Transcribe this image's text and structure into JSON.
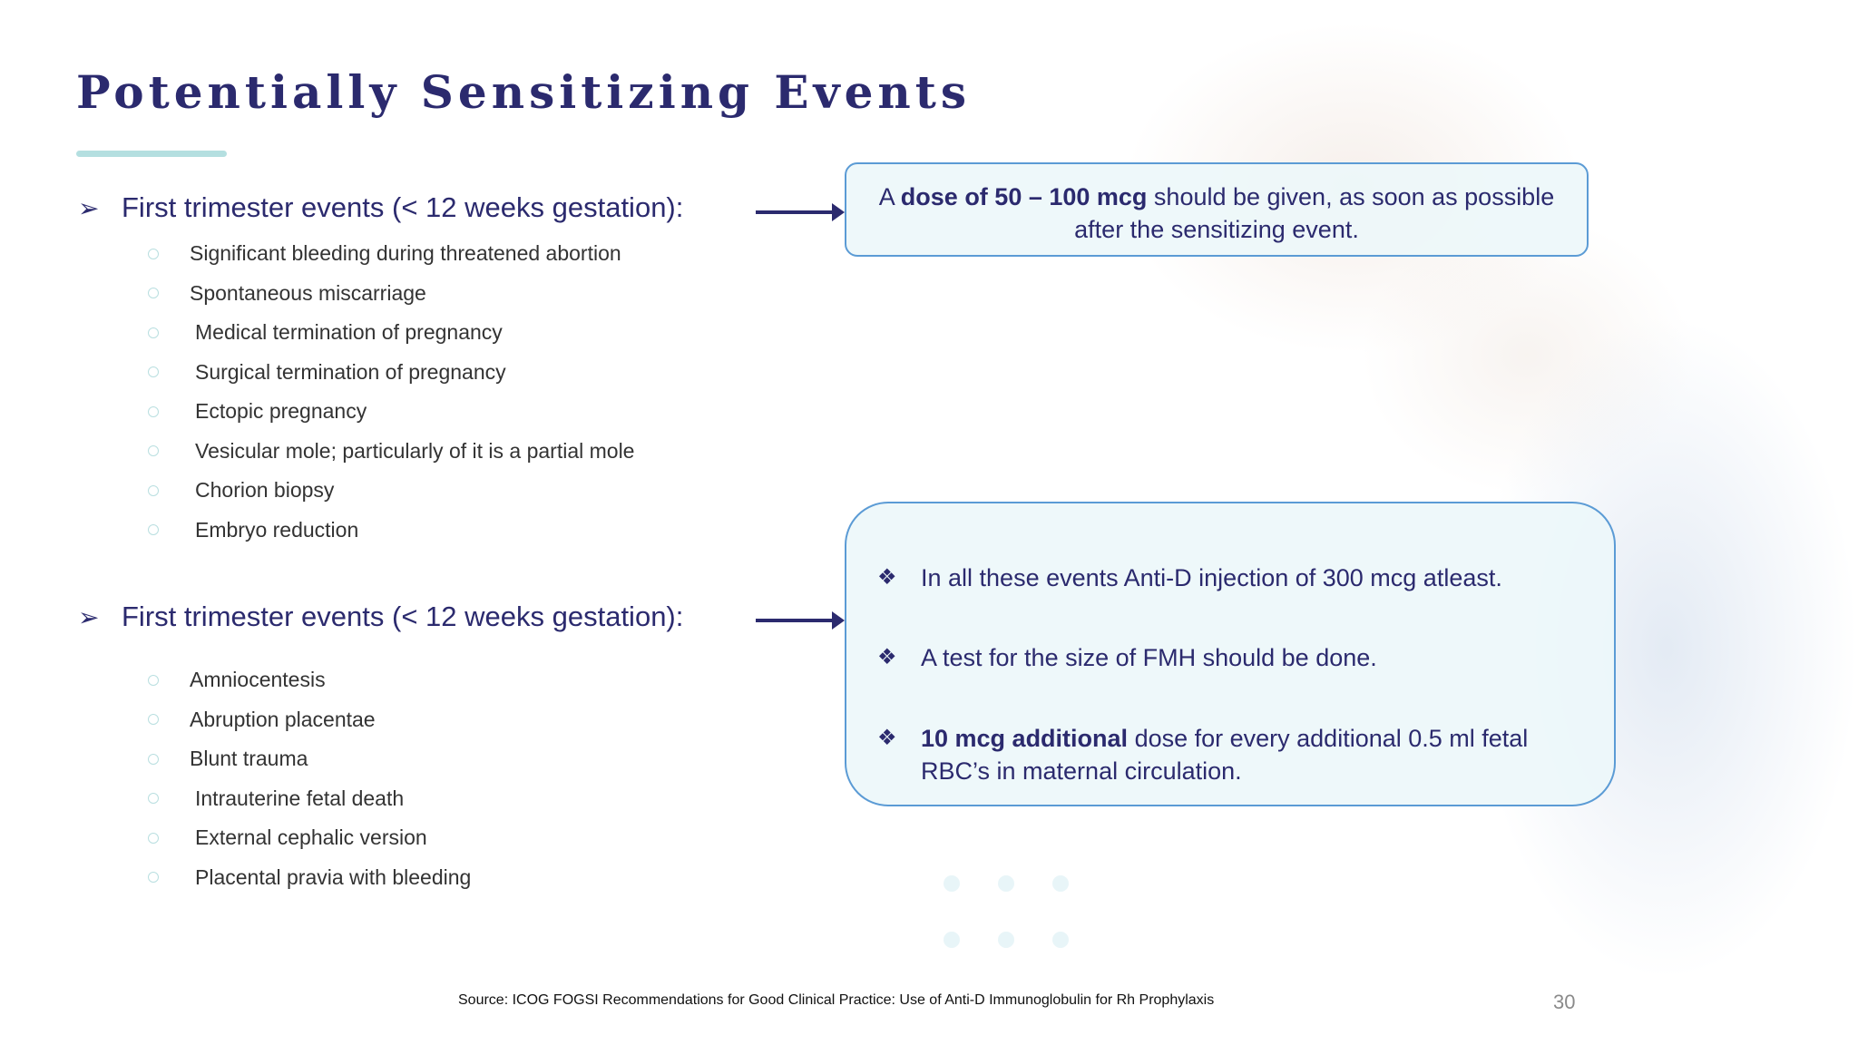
{
  "title": "Potentially Sensitizing Events",
  "section1": {
    "heading": "First trimester events (< 12 weeks gestation):",
    "items": [
      "Significant bleeding during threatened abortion",
      "Spontaneous miscarriage",
      "Medical termination of pregnancy",
      "Surgical termination of pregnancy",
      "Ectopic pregnancy",
      "Vesicular mole; particularly of it is a partial mole",
      "Chorion biopsy",
      "Embryo reduction"
    ]
  },
  "section2": {
    "heading": "First trimester events (< 12 weeks gestation):",
    "items": [
      "Amniocentesis",
      "Abruption placentae",
      "Blunt trauma",
      "Intrauterine fetal death",
      "External cephalic version",
      "Placental pravia with bleeding"
    ]
  },
  "box1": {
    "prefix": "A ",
    "bold": "dose of 50 – 100 mcg",
    "rest": " should be given, as soon as possible after the sensitizing event."
  },
  "box2": {
    "point1": "In all these events Anti-D injection of 300 mcg atleast.",
    "point2": "A test for the size of FMH should be done.",
    "point3_bold": "10 mcg additional",
    "point3_rest": " dose for every additional 0.5 ml fetal RBC’s in maternal circulation."
  },
  "source": "Source: ICOG FOGSI Recommendations for Good Clinical Practice: Use of Anti-D Immunoglobulin for Rh Prophylaxis",
  "page_number": "30",
  "icons": {
    "heading_bullet": "arrow-bullet-icon",
    "item_bullet": "circle-bullet-icon",
    "box_bullet": "diamond-bullet-icon",
    "connector": "right-arrow-icon"
  },
  "colors": {
    "title": "#2b2a6e",
    "accent_bar": "#b4dfe0",
    "box_border": "#5b9bd5",
    "box_fill": "#ecf7fa"
  }
}
